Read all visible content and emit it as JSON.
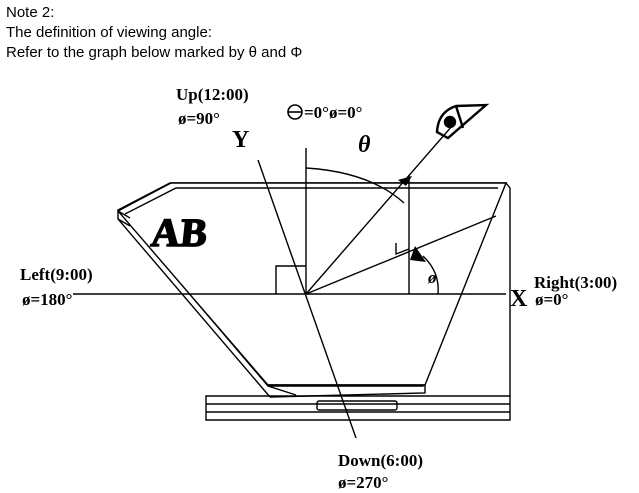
{
  "note": {
    "title": "Note 2:",
    "definition": "The definition of viewing angle:",
    "refer": "Refer to the graph below marked by  θ  and  Φ"
  },
  "diagram": {
    "up_label": "Up(12:00)",
    "up_angle": "ø=90°",
    "theta_zero": "=0°ø=0°",
    "theta_symbol": "θ",
    "y_axis": "Y",
    "panel_text": "AB",
    "left_label": "Left(9:00)",
    "left_angle": "ø=180°",
    "right_label": "Right(3:00)",
    "right_angle": "ø=0°",
    "x_axis": "X",
    "phi_symbol": "ø",
    "down_label": "Down(6:00)",
    "down_angle": "ø=270°"
  },
  "colors": {
    "ink": "#000000",
    "background": "#ffffff"
  }
}
